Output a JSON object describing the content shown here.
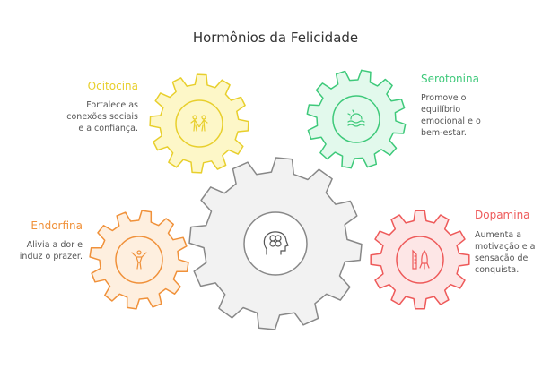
{
  "title": "Hormônios da Felicidade",
  "center": {
    "icon": "brain-clover-icon",
    "stroke": "#888888",
    "fill": "#f2f2f2"
  },
  "hormones": [
    {
      "name": "Ocitocina",
      "desc": [
        "Fortalece as",
        "conexões sociais",
        "e a confiança."
      ],
      "color": "#e8cf2c",
      "fill": "#fdf7c8",
      "icon": "people-holding-hands-icon"
    },
    {
      "name": "Serotonina",
      "desc": [
        "Promove o",
        "equilíbrio",
        "emocional e o",
        "bem-estar."
      ],
      "color": "#3ec97a",
      "fill": "#e2f9ec",
      "icon": "sunset-sea-icon"
    },
    {
      "name": "Endorfina",
      "desc": [
        "Alivia a dor e",
        "induz o prazer."
      ],
      "color": "#f0913a",
      "fill": "#feefdf",
      "icon": "cheering-person-icon"
    },
    {
      "name": "Dopamina",
      "desc": [
        "Aumenta a",
        "motivação e a",
        "sensação de",
        "conquista."
      ],
      "color": "#ee5a5a",
      "fill": "#fde6e6",
      "icon": "rocket-ruler-icon"
    }
  ]
}
